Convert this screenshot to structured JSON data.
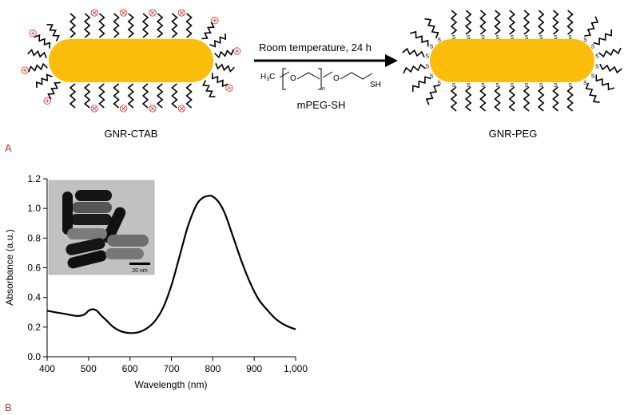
{
  "scheme": {
    "left_label": "GNR-CTAB",
    "right_label": "GNR-PEG",
    "condition": "Room temperature, 24 h",
    "reagent_name": "mPEG-SH",
    "formula": {
      "h3c": "H",
      "sub3": "3",
      "c": "C",
      "o1": "O",
      "n": "n",
      "o2": "O",
      "sh": "SH"
    },
    "colors": {
      "rod": "#fbbc0a",
      "ligand": "#000000",
      "charge": "#d0433a"
    }
  },
  "panels": {
    "a": "A",
    "b": "B"
  },
  "inset": {
    "scale_label": "20 nm"
  },
  "chart_data": {
    "type": "line",
    "xlabel": "Wavelength (nm)",
    "ylabel": "Absorbance (a.u.)",
    "xlim": [
      400,
      1000
    ],
    "ylim": [
      0.0,
      1.2
    ],
    "xticks": [
      400,
      500,
      600,
      700,
      800,
      900,
      1000
    ],
    "xtick_labels": [
      "400",
      "500",
      "600",
      "700",
      "800",
      "900",
      "1,000"
    ],
    "yticks": [
      0.0,
      0.2,
      0.4,
      0.6,
      0.8,
      1.0,
      1.2
    ],
    "ytick_labels": [
      "0.0",
      "0.2",
      "0.4",
      "0.6",
      "0.8",
      "1.0",
      "1.2"
    ],
    "grid": false,
    "series": [
      {
        "x": [
          400,
          420,
          440,
          460,
          475,
          490,
          500,
          510,
          520,
          530,
          545,
          560,
          580,
          600,
          620,
          640,
          660,
          680,
          700,
          720,
          740,
          760,
          775,
          790,
          800,
          815,
          830,
          850,
          870,
          890,
          910,
          930,
          950,
          970,
          985,
          1000
        ],
        "y": [
          0.31,
          0.3,
          0.29,
          0.28,
          0.275,
          0.285,
          0.31,
          0.32,
          0.31,
          0.28,
          0.24,
          0.2,
          0.17,
          0.16,
          0.165,
          0.19,
          0.24,
          0.33,
          0.48,
          0.68,
          0.88,
          1.02,
          1.07,
          1.085,
          1.08,
          1.04,
          0.96,
          0.8,
          0.64,
          0.5,
          0.39,
          0.32,
          0.26,
          0.22,
          0.2,
          0.185
        ]
      }
    ]
  }
}
